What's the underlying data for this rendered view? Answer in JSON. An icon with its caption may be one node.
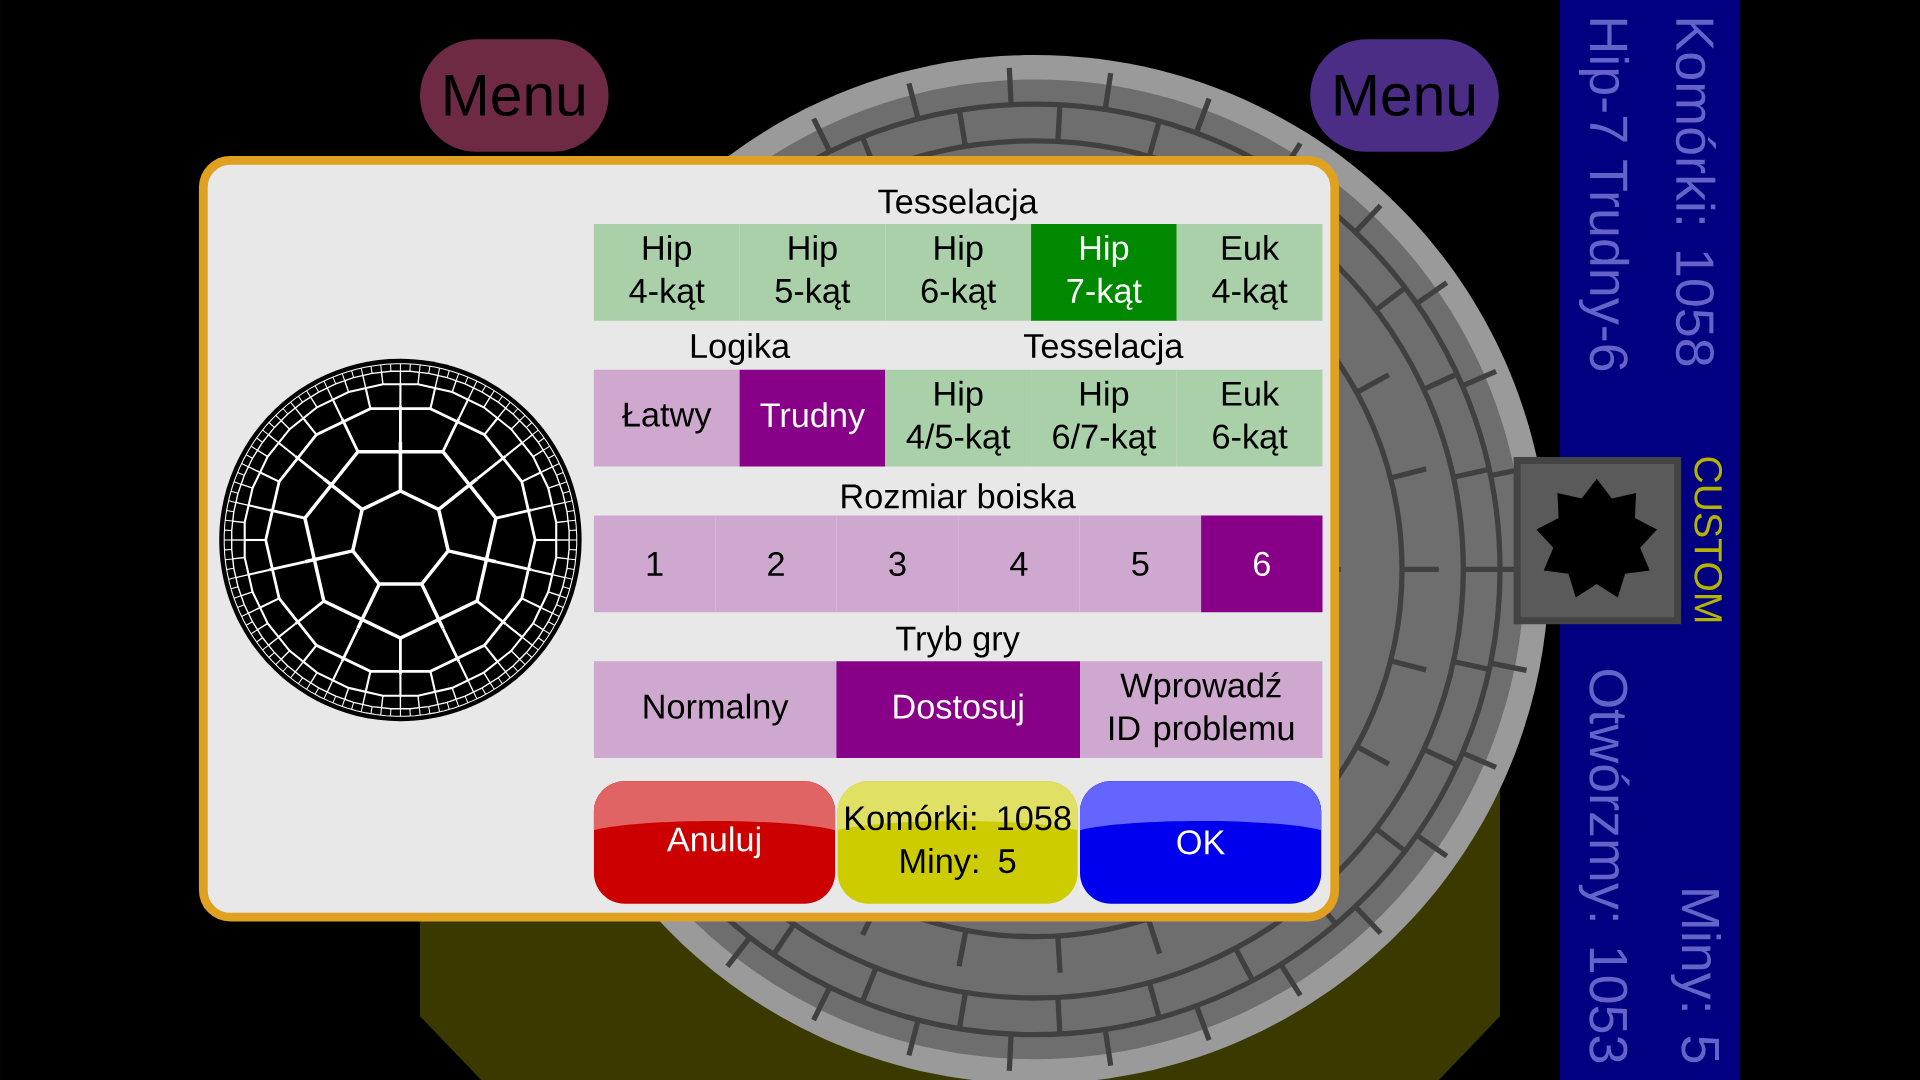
{
  "diagram": {
    "nodes": [
      {
        "text": [
          "Menu"
        ]
      },
      {
        "text": [
          "Menu"
        ]
      },
      {
        "text": [],
        "shape": "box"
      },
      {
        "text": [
          "Hip 4-kąt"
        ],
        "in": 2
      },
      {
        "text": [
          "Hip 5-kąt"
        ],
        "in": 2
      },
      {
        "text": [
          "Hip 6-kąt"
        ],
        "in": 2
      },
      {
        "text": [
          "Hip 7-kąt"
        ],
        "in": 2
      },
      {
        "text": [
          "Euk 4-kąt"
        ],
        "in": 2
      },
      {
        "text": [
          "Łatwy"
        ],
        "in": 2
      },
      {
        "text": [
          "Trudny"
        ],
        "in": 2
      },
      {
        "text": [
          "Hip 4/5-kąt"
        ],
        "in": 2
      },
      {
        "text": [
          "Hip 6/7-kąt"
        ],
        "in": 2
      },
      {
        "text": [
          "Euk 6-kąt"
        ],
        "in": 2
      },
      {
        "text": [
          "1"
        ],
        "in": 2
      },
      {
        "text": [
          "2"
        ],
        "in": 2
      },
      {
        "text": [
          "3"
        ],
        "in": 2
      },
      {
        "text": [
          "4"
        ],
        "in": 2
      },
      {
        "text": [
          "5"
        ],
        "in": 2
      },
      {
        "text": [
          "6"
        ],
        "in": 2
      },
      {
        "text": [
          "Normalny"
        ],
        "in": 2
      },
      {
        "text": [
          "Dostosuj"
        ],
        "in": 2
      },
      {
        "text": [
          "Wprowadź ID problemu"
        ],
        "in": 2
      },
      {
        "text": [
          "Anuluj"
        ],
        "in": 2
      },
      {
        "text": [
          "Komórki: 1058",
          "Miny: 5"
        ],
        "in": 2
      },
      {
        "text": [
          "OK"
        ],
        "in": 2
      }
    ],
    "labels": [
      "Tesselacja",
      "Logika",
      "Tesselacja",
      "Rozmiar boiska",
      "Tryb gry",
      "Komórki: 1058",
      "Hip-7 Trudny-6",
      "CUSTOM",
      "Otwórzmy: 1053",
      "Miny: 5"
    ]
  }
}
